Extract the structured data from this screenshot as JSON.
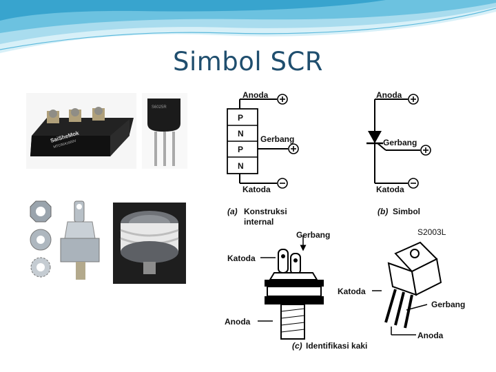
{
  "slide": {
    "title": "Simbol SCR"
  },
  "photos": {
    "module_brand": "SaiSheMok",
    "module_model": "MTC90A1600V",
    "to92_marking": "S6025R"
  },
  "diagram_a": {
    "anode": "Anoda",
    "layer_1": "P",
    "layer_2": "N",
    "layer_3": "P",
    "layer_4": "N",
    "gate": "Gerbang",
    "cathode": "Katoda",
    "caption_letter": "(a)",
    "caption_line1": "Konstruksi",
    "caption_line2": "internal"
  },
  "diagram_b": {
    "anode": "Anoda",
    "gate": "Gerbang",
    "cathode": "Katoda",
    "caption_letter": "(b)",
    "caption_text": "Simbol"
  },
  "diagram_c": {
    "gate": "Gerbang",
    "cathode": "Katoda",
    "anode": "Anoda",
    "caption_letter": "(c)",
    "caption_text": "Identifikasi kaki"
  },
  "diagram_d": {
    "part_number": "S2003L",
    "cathode": "Katoda",
    "gate": "Gerbang",
    "anode": "Anoda"
  },
  "colors": {
    "title": "#1f4e6e",
    "swoosh_light": "#bfe6f3",
    "swoosh_mid": "#7fcbe4",
    "swoosh_dark": "#3aa7cf"
  }
}
